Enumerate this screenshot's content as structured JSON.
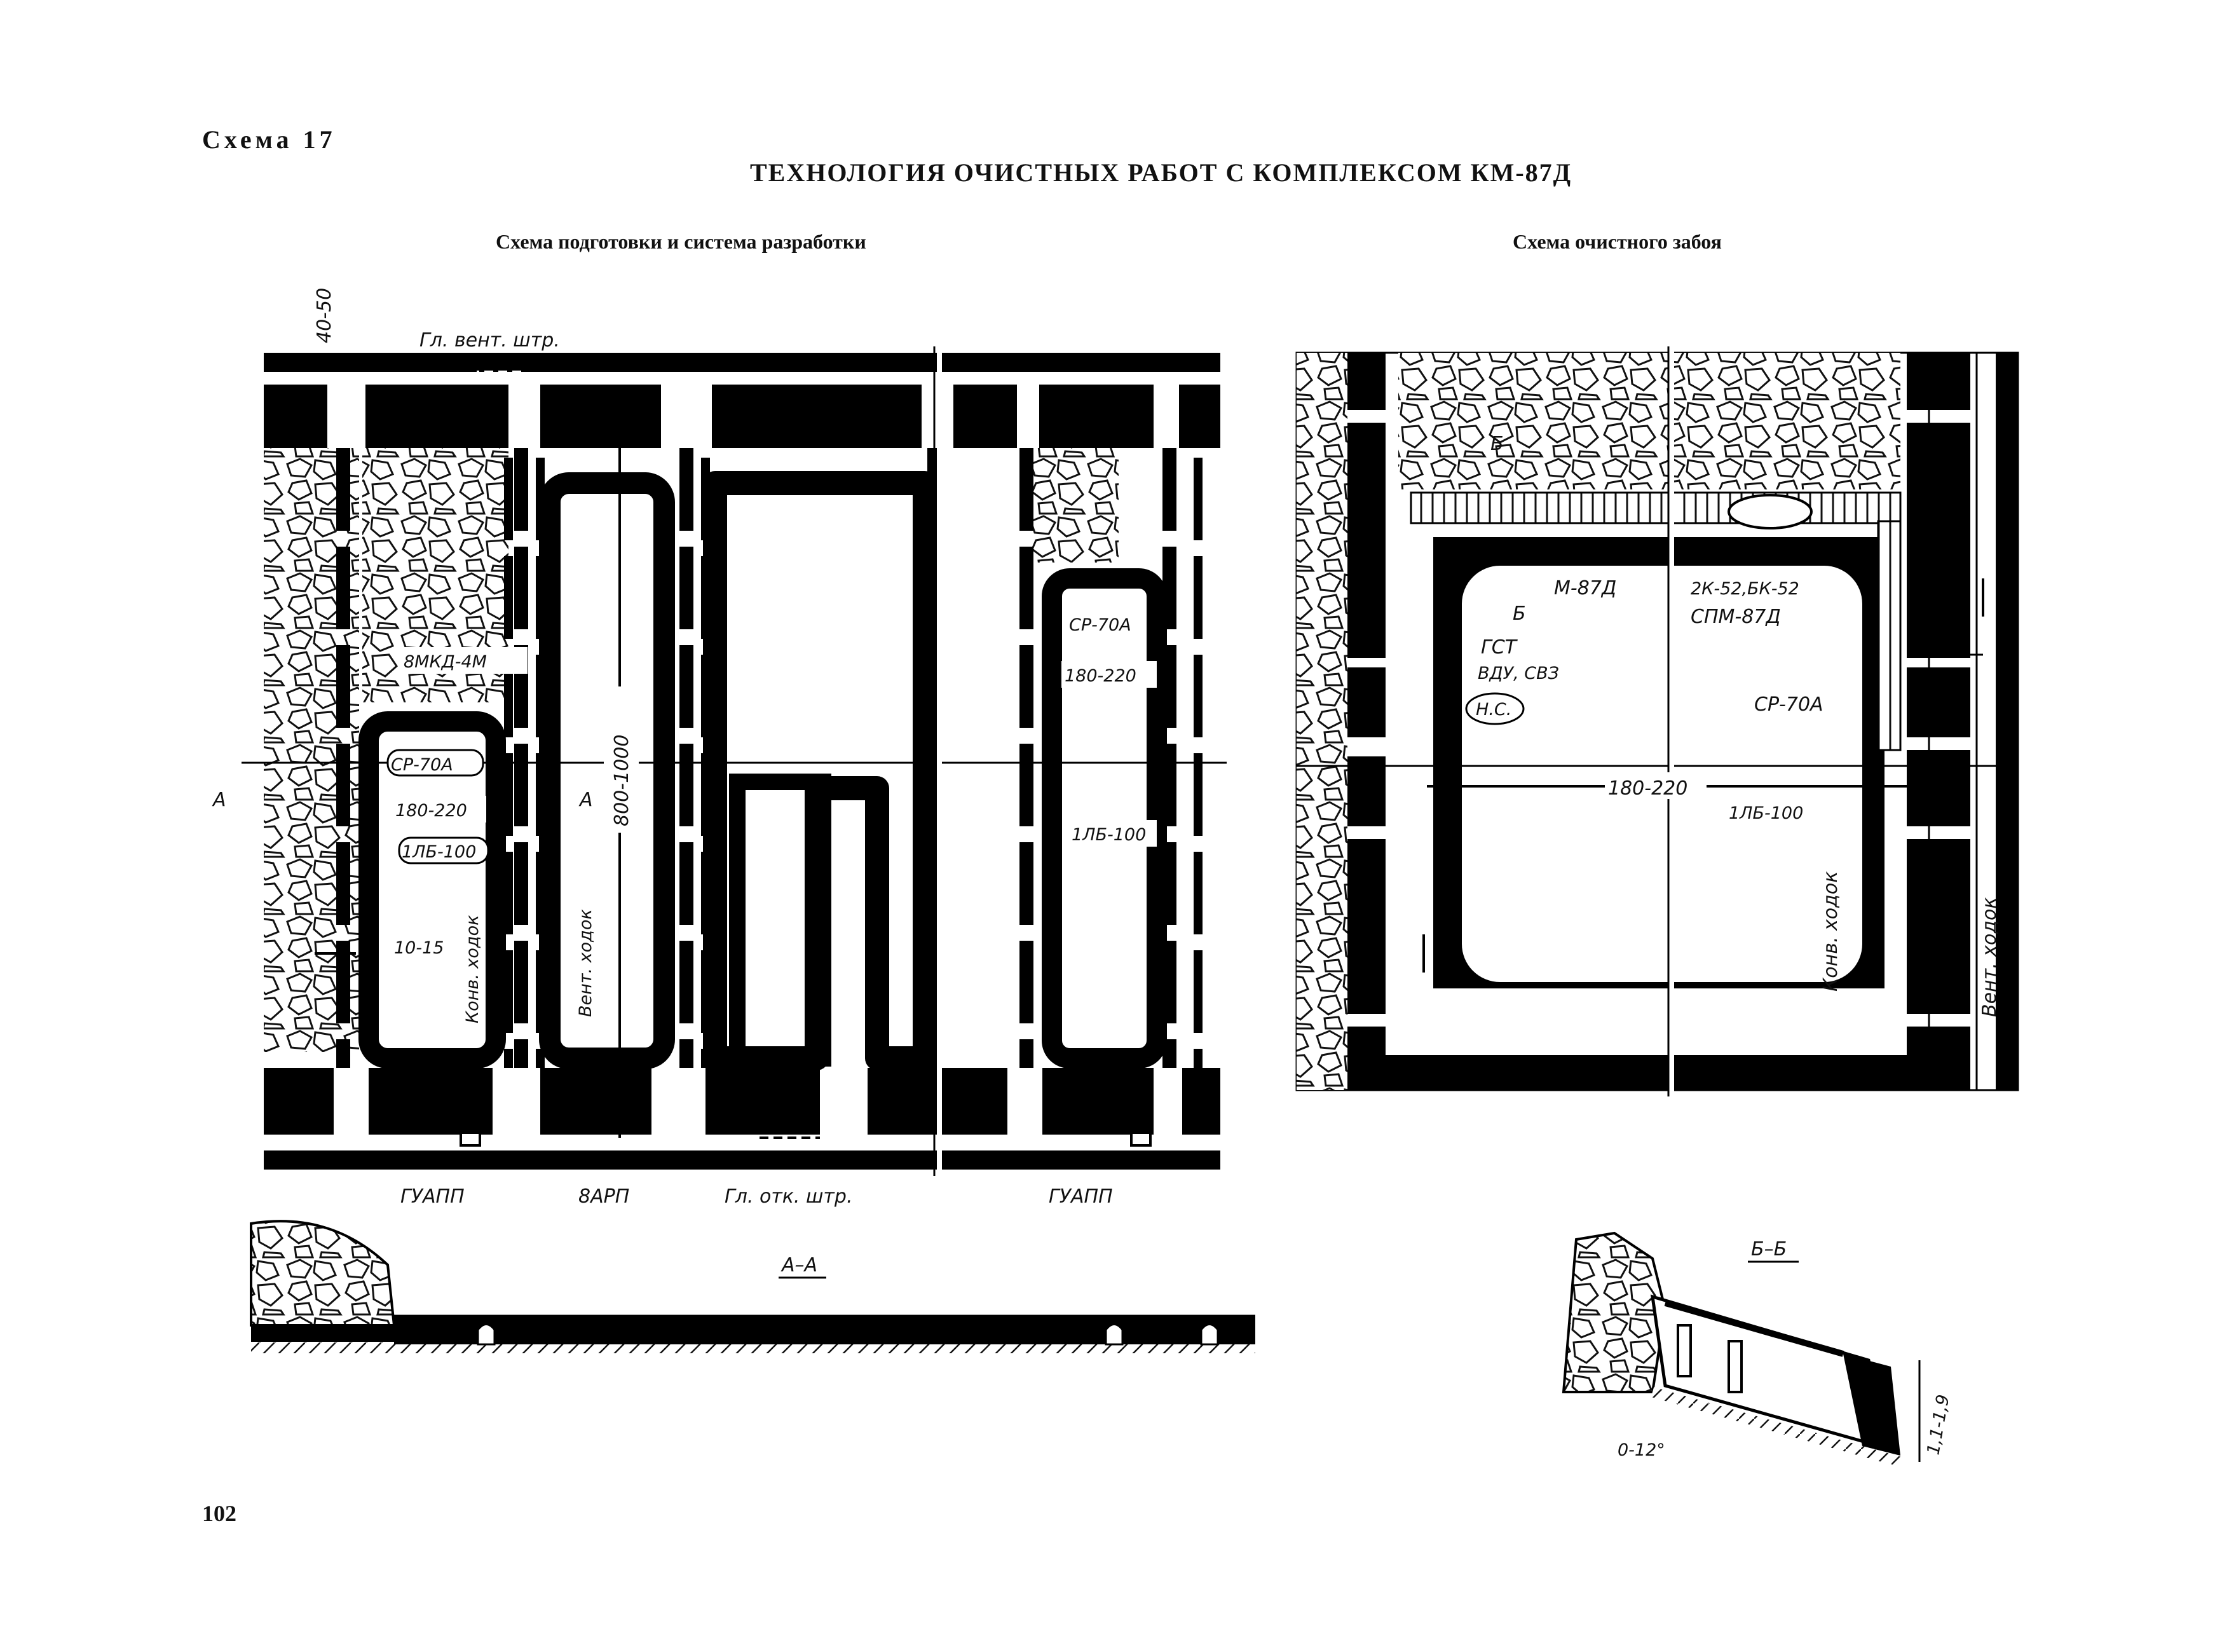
{
  "header": {
    "scheme_number": "Схема 17",
    "title": "ТЕХНОЛОГИЯ ОЧИСТНЫХ РАБОТ С КОМПЛЕКСОМ КМ-87Д",
    "left_subtitle": "Схема подготовки и система разработки",
    "right_subtitle": "Схема очистного забоя"
  },
  "left_diagram": {
    "dim_top": "40-50",
    "vent_drift": "Гл. вент. штр.",
    "machine_top": "8МКД-4М",
    "complex_left": "СР-70А",
    "width_left": "180-220",
    "conveyor_left": "1ЛБ-100",
    "pillar": "10-15",
    "conveyor_walk_left": "Конв. ходок",
    "vent_walk": "Вент. ходок",
    "length": "800-1000",
    "complex_right": "СР-70А",
    "width_right": "180-220",
    "conveyor_right": "1ЛБ-100",
    "section_mark_a": "А",
    "guapp_left": "ГУАПП",
    "pump": "8АРП",
    "haulage_drift": "Гл. отк. штр.",
    "guapp_right": "ГУАПП"
  },
  "right_diagram": {
    "section_b": "Б",
    "complex": "М-87Д",
    "gst": "ГСТ",
    "vdu": "ВДУ, СВЗ",
    "ns": "Н.С.",
    "combine": "2К-52,БК-52",
    "spm": "СПМ-87Д",
    "sr70a": "СР-70А",
    "width": "180-220",
    "conveyor": "1ЛБ-100",
    "conveyor_walk": "Конв. ходок",
    "vent_walk": "Вент. ходок"
  },
  "section_aa": {
    "label": "А–А"
  },
  "section_bb": {
    "label": "Б–Б",
    "angle": "0-12°",
    "height": "1,1-1,9"
  },
  "footer": {
    "page_number": "102"
  }
}
